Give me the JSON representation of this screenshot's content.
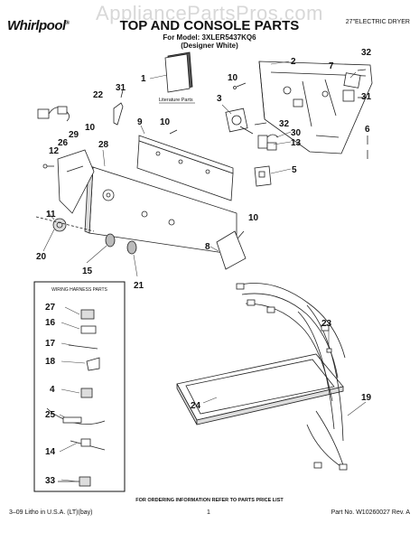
{
  "header": {
    "watermark": "AppliancePartsPros.com",
    "brand": "Whirlpool",
    "title": "TOP AND CONSOLE PARTS",
    "model_line": "For Model: 3XLER5437KQ6",
    "finish_line": "(Designer White)",
    "product_type": "27\"ELECTRIC DRYER"
  },
  "diagram": {
    "literature_label": "Literature Parts",
    "wiring_box_title": "WIRING HARNESS PARTS",
    "callouts": [
      "1",
      "2",
      "3",
      "4",
      "5",
      "6",
      "7",
      "8",
      "9",
      "10",
      "11",
      "12",
      "13",
      "14",
      "15",
      "16",
      "17",
      "18",
      "19",
      "20",
      "21",
      "22",
      "23",
      "24",
      "25",
      "26",
      "27",
      "28",
      "29",
      "30",
      "31",
      "32",
      "33"
    ]
  },
  "footer": {
    "ordering_note": "FOR ORDERING INFORMATION REFER TO PARTS PRICE LIST",
    "print_info": "3–09 Litho in U.S.A. (LT)(bay)",
    "page_number": "1",
    "part_number": "Part No. W10260027 Rev. A"
  }
}
